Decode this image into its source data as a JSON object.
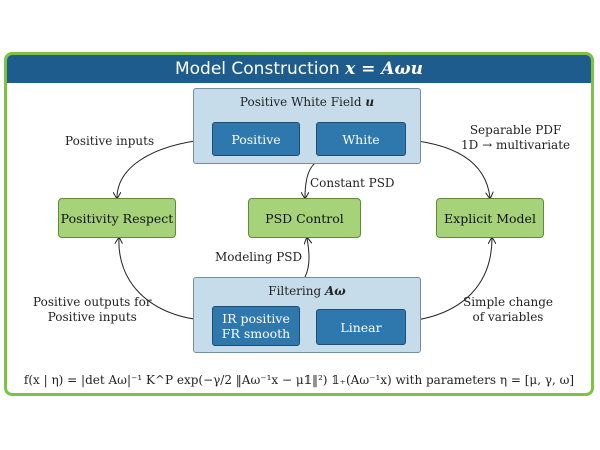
{
  "header": {
    "title_text": "Model Construction ",
    "title_math": "x = Aωu"
  },
  "groups": {
    "white_field": {
      "title_text": "Positive White Field ",
      "title_math": "u",
      "boxes": [
        "Positive",
        "White"
      ]
    },
    "filtering": {
      "title_text": "Filtering ",
      "title_math": "Aω",
      "boxes": [
        {
          "line1": "IR positive",
          "line2": "FR smooth"
        },
        {
          "line1": "Linear",
          "line2": ""
        }
      ]
    }
  },
  "outcomes": {
    "left": "Positivity Respect",
    "center": "PSD Control",
    "right": "Explicit Model"
  },
  "edge_labels": {
    "positive_inputs": "Positive inputs",
    "separable_1": "Separable PDF",
    "separable_2": "1D → multivariate",
    "constant_psd": "Constant PSD",
    "modeling_psd": "Modeling PSD",
    "pos_out_1": "Positive outputs for",
    "pos_out_2": "Positive inputs",
    "simple_1": "Simple change",
    "simple_2": "of variables"
  },
  "formula": "f(x | η) = |det Aω|⁻¹ K^P exp(−γ/2 ‖Aω⁻¹x − μ𝟙‖²) 𝟙₊(Aω⁻¹x) with parameters η = [μ, γ, ω]",
  "colors": {
    "header": "#1d5c8c",
    "frame": "#7dc241",
    "group_bg": "#c6dcea",
    "blue_box": "#2f78ad",
    "green_box": "#a6d27a"
  }
}
